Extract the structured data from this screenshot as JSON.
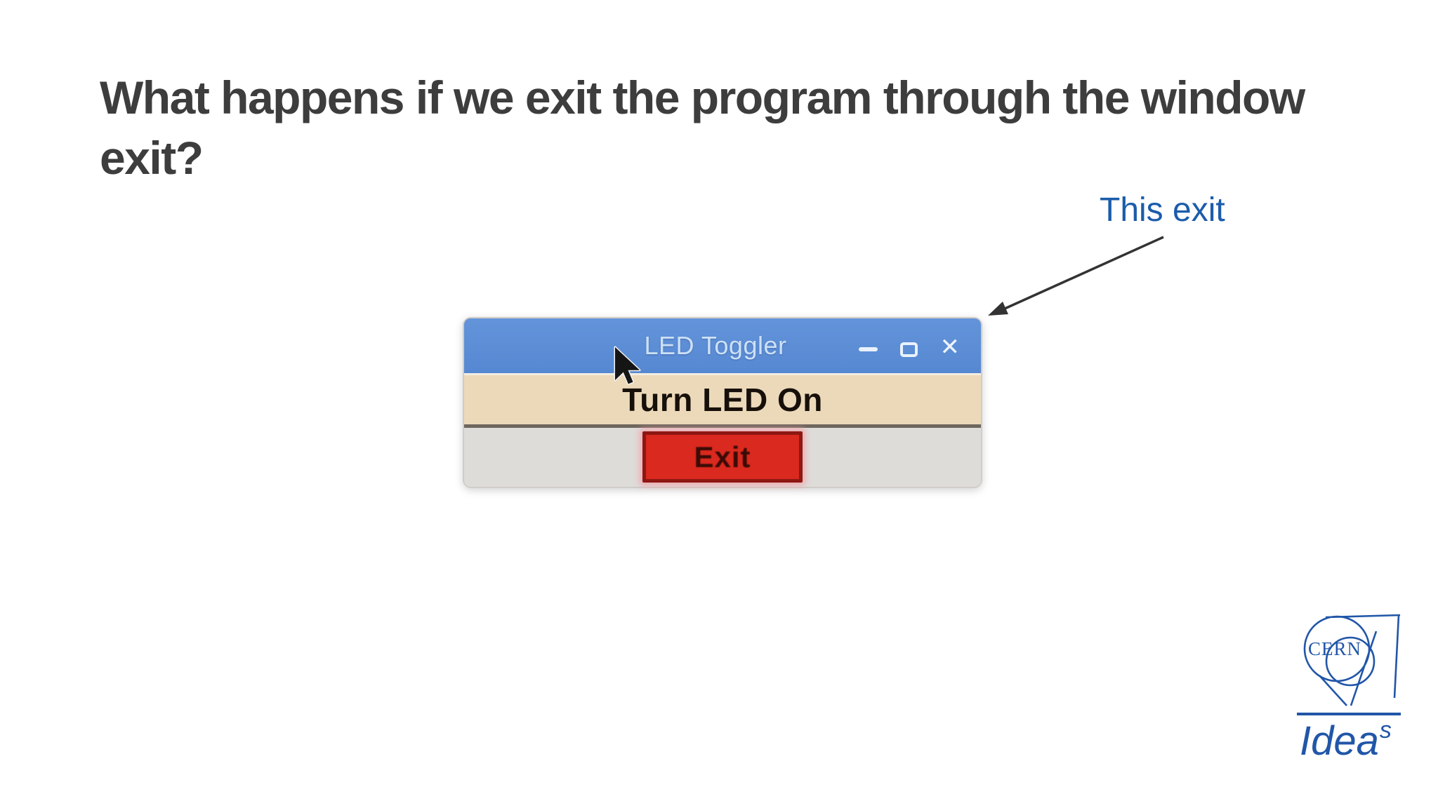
{
  "slide": {
    "title": {
      "line1": "What happens if we exit the program through the window",
      "line2": "exit?"
    },
    "annotation": {
      "label": "This exit"
    },
    "colors": {
      "background": "#ffffff",
      "title_text": "#3d3d3d",
      "annotation_text": "#1b5cab",
      "arrow": "#333333"
    }
  },
  "app_window": {
    "title": "LED Toggler",
    "controls": {
      "minimize_icon": "minimize-bar",
      "maximize_icon": "maximize-square",
      "close_glyph": "✕"
    },
    "toggle_button_label": "Turn LED On",
    "exit_button_label": "Exit",
    "cursor_icon": "arrow-pointer",
    "colors": {
      "titlebar_bg": "#5a8ed8",
      "titlebar_text": "#cde0f6",
      "toggle_bg": "#ebd9b9",
      "toggle_text": "#17100a",
      "body_bg": "#dedcd9",
      "exit_bg": "#da291e",
      "exit_border": "#8e1712",
      "exit_text": "#3c0b06"
    }
  },
  "footer_logo": {
    "org": "CERN",
    "brand": "Idea",
    "brand_sup": "s",
    "color": "#2156a8"
  }
}
